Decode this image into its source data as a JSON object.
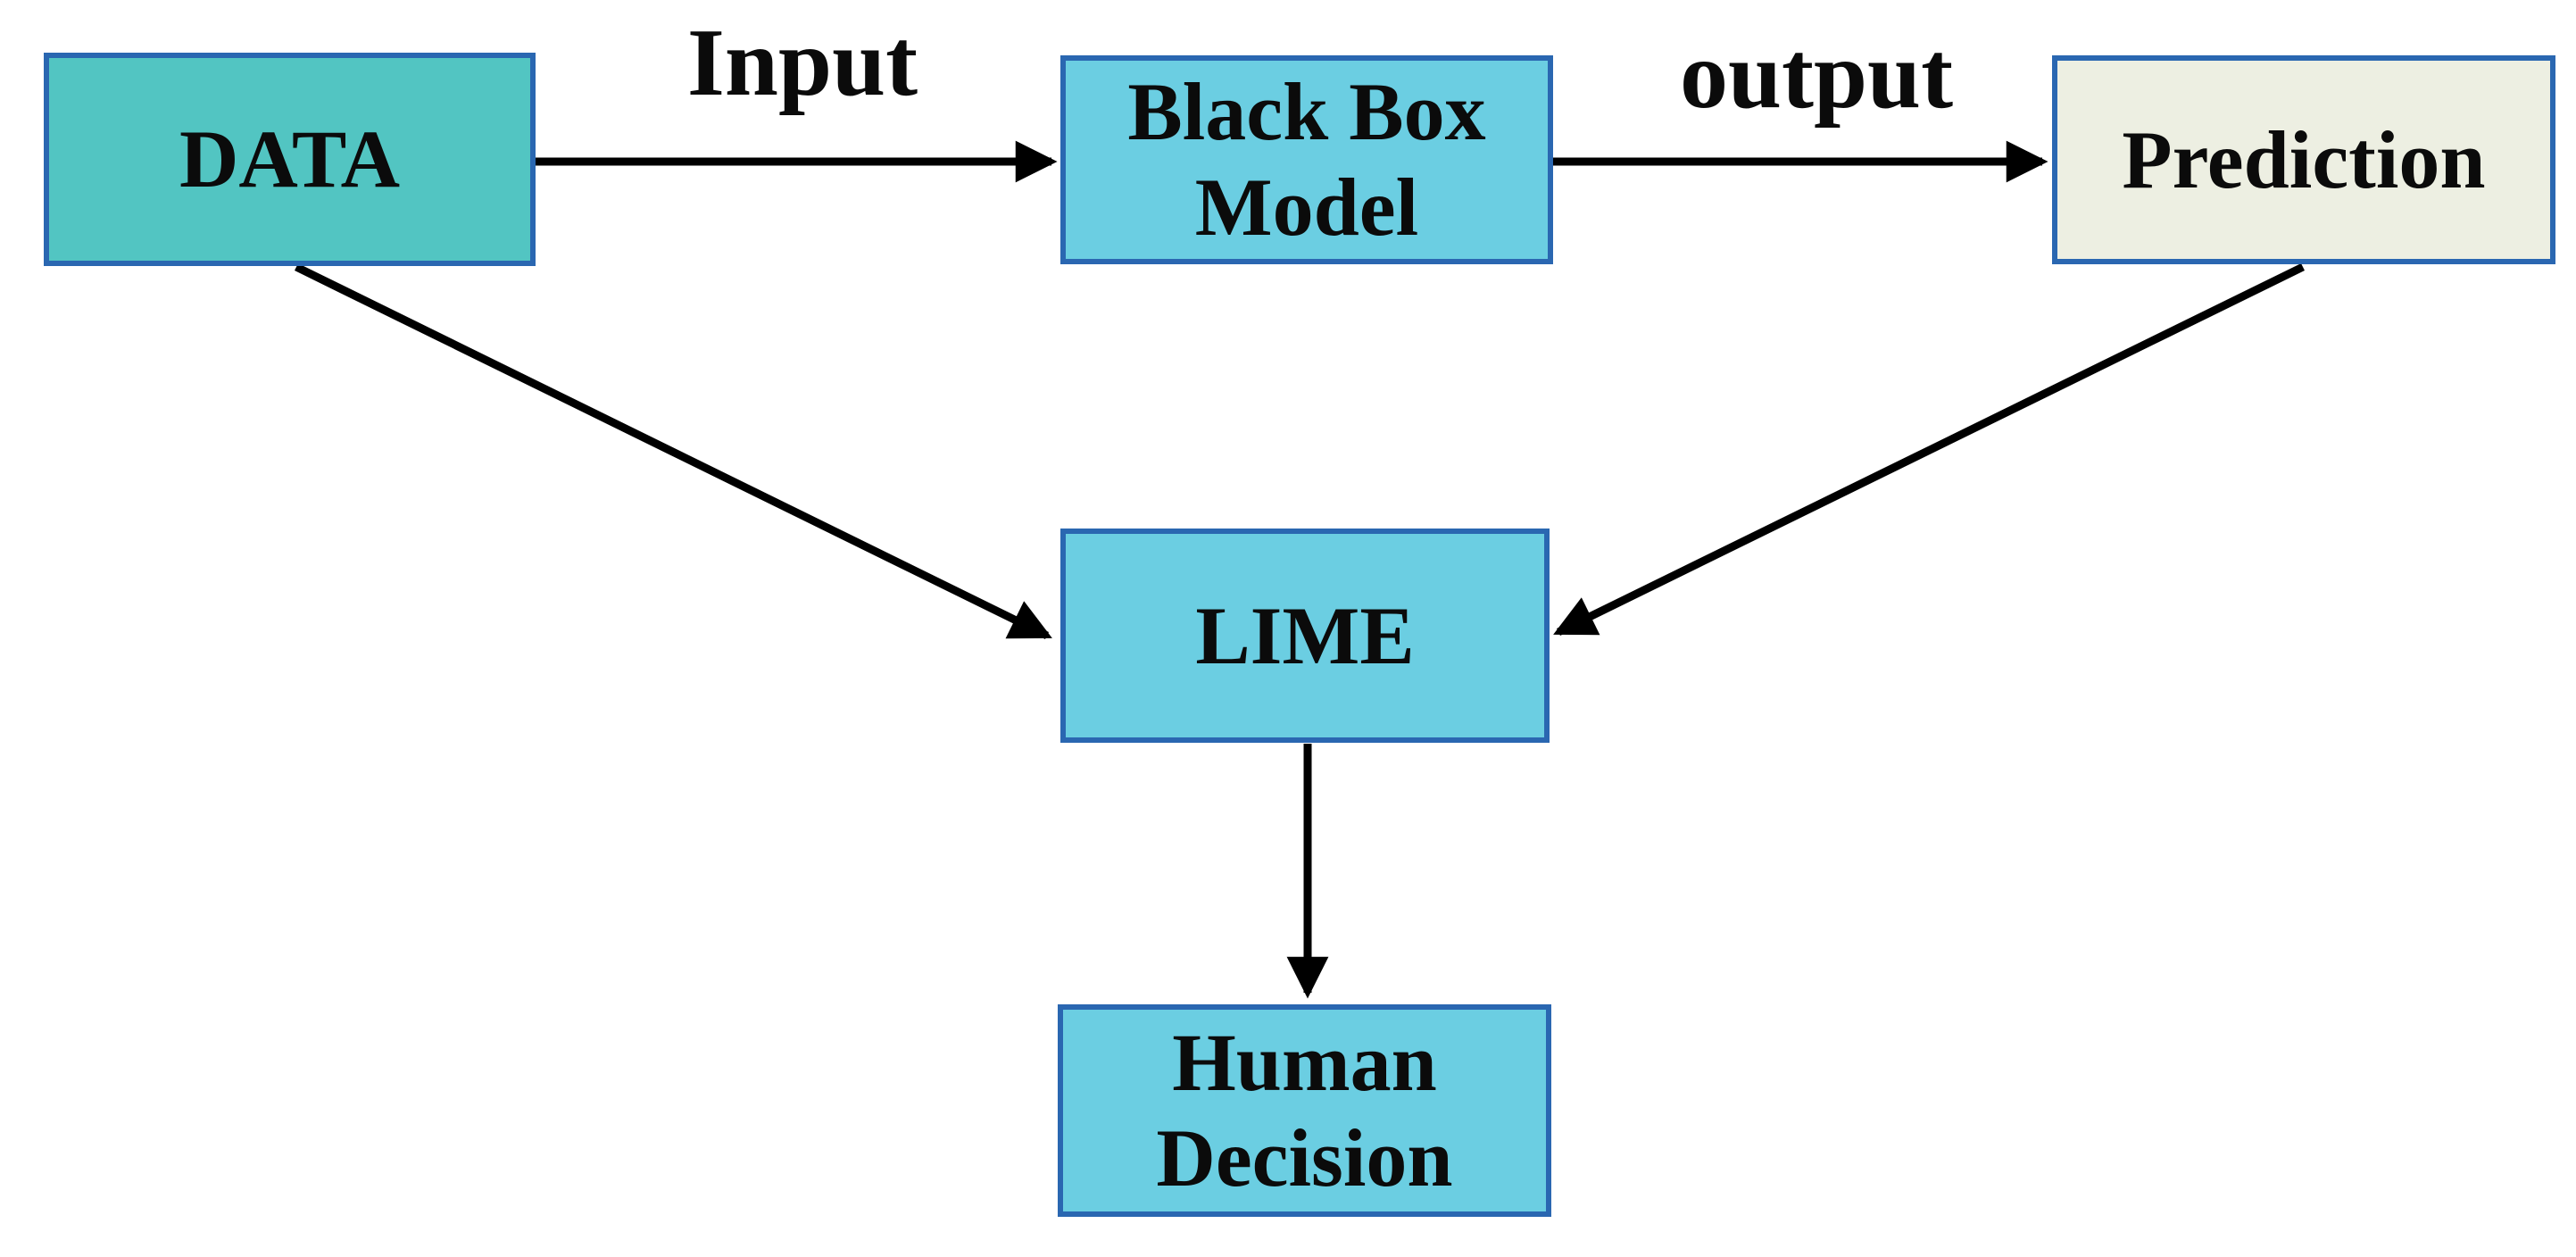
{
  "diagram": {
    "type": "flowchart",
    "background_color": "#ffffff",
    "box_border_color": "#2a67b1",
    "arrow_color": "#000000",
    "text_color": "#0b0b0b",
    "nodes": [
      {
        "id": "data",
        "label": "DATA",
        "fill": "#52c5c2"
      },
      {
        "id": "black-box-model",
        "label": "Black Box Model",
        "fill": "#6bcee2"
      },
      {
        "id": "prediction",
        "label": "Prediction",
        "fill": "#edefe2"
      },
      {
        "id": "lime",
        "label": "LIME",
        "fill": "#6bcee2"
      },
      {
        "id": "human-decision",
        "label": "Human Decision",
        "fill": "#6bcee2"
      }
    ],
    "edges": [
      {
        "from": "data",
        "to": "black-box-model",
        "label": "Input"
      },
      {
        "from": "black-box-model",
        "to": "prediction",
        "label": "output"
      },
      {
        "from": "data",
        "to": "lime",
        "label": ""
      },
      {
        "from": "prediction",
        "to": "lime",
        "label": ""
      },
      {
        "from": "lime",
        "to": "human-decision",
        "label": ""
      }
    ]
  }
}
